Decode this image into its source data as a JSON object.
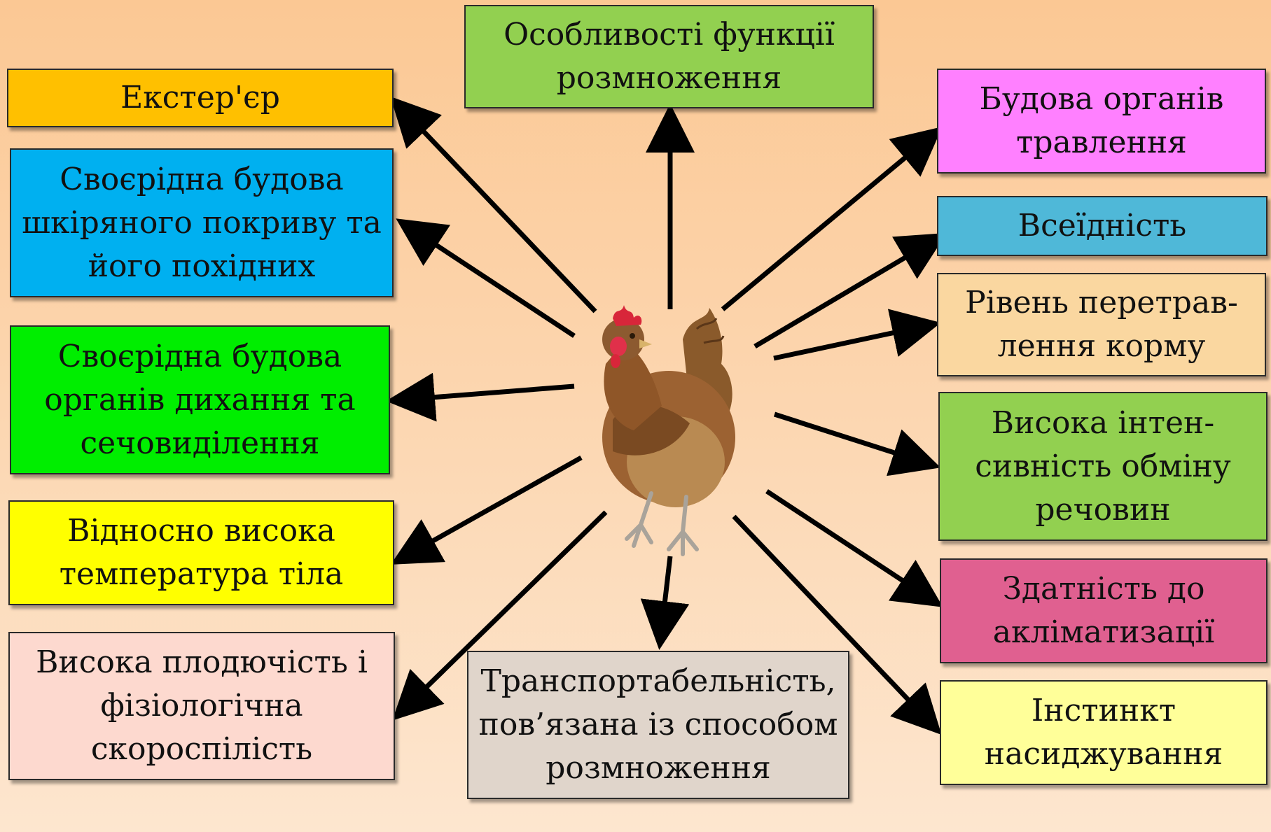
{
  "center": {
    "icon": "hen-icon"
  },
  "boxes": {
    "top": {
      "text": "Особливості функції розмноження",
      "color": "#92d050"
    },
    "l1": {
      "text": "Екстер'єр",
      "color": "#ffc000"
    },
    "l2": {
      "text": "Своєрідна будова шкіряного покриву та його похідних",
      "color": "#00b0f0"
    },
    "l3": {
      "text": "Своєрідна будова органів дихання та сечовиділення",
      "color": "#00ee00"
    },
    "l4": {
      "text": "Відносно висока температура тіла",
      "color": "#ffff00"
    },
    "l5": {
      "text": "Висока плодючість і фізіологічна скороспілість",
      "color": "#fdd9cf"
    },
    "bottom": {
      "text": "Транспортабельність, пов’язана із способом розмноження",
      "color": "#e0d5cb"
    },
    "r1": {
      "text": "Будова органів травлення",
      "color": "#ff80ff"
    },
    "r2": {
      "text": "Всеїдність",
      "color": "#4fb8d8"
    },
    "r3": {
      "text": "Рівень перетрав-лення корму",
      "color": "#fad7a0"
    },
    "r4": {
      "text": "Висока інтен-сивність обміну речовин",
      "color": "#92d050"
    },
    "r5": {
      "text": "Здатність до акліматизації",
      "color": "#e06090"
    },
    "r6": {
      "text": "Інстинкт насиджування",
      "color": "#ffff99"
    }
  }
}
